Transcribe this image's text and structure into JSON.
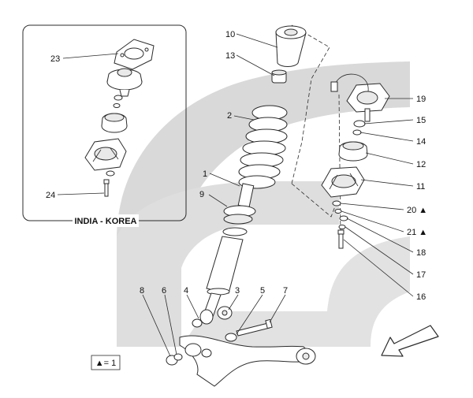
{
  "callouts": {
    "p1": "1",
    "p2": "2",
    "p3": "3",
    "p4": "4",
    "p5": "5",
    "p6": "6",
    "p7": "7",
    "p8": "8",
    "p9": "9",
    "p10": "10",
    "p11": "11",
    "p12": "12",
    "p13": "13",
    "p14": "14",
    "p15": "15",
    "p16": "16",
    "p17": "17",
    "p18": "18",
    "p19": "19",
    "p20": "20 ▲",
    "p21": "21 ▲",
    "p23": "23",
    "p24": "24"
  },
  "inset": {
    "title": "INDIA - KOREA"
  },
  "legend": {
    "text": "▲= 1"
  },
  "colors": {
    "swoosh": "#d6d6d6",
    "line": "#2b2b2b"
  },
  "icons": {
    "direction_arrow": "arrow-down-left-icon"
  }
}
